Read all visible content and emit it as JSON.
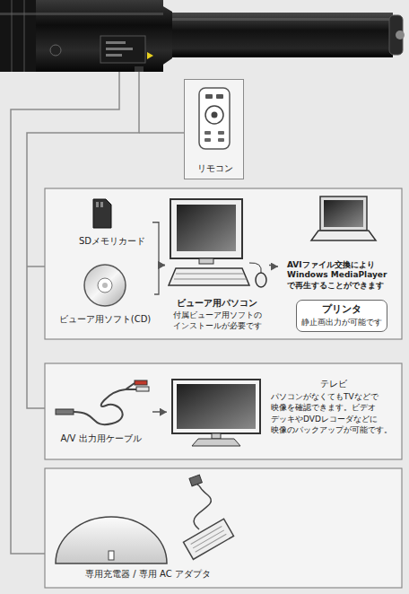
{
  "diagram": {
    "nodes": [
      {
        "text": [
          "リモコン"
        ]
      },
      {
        "text": [
          "SDメモリカード"
        ]
      },
      {
        "text": [
          "ビューア用ソフト(CD)"
        ]
      },
      {
        "text": [
          "ビューア用パソコン",
          "付属ビューア用ソフトの インストールが必要です"
        ]
      },
      {
        "text": [
          "AVIファイル交換により Windows MediaPlayer で再生することができます"
        ]
      },
      {
        "text": [
          "プリンタ",
          "静止画出力が可能です"
        ]
      },
      {
        "text": [
          "A/V 出力用ケーブル"
        ]
      },
      {
        "text": [
          "テレビ",
          "パソコンがなくてもTVなどで 映像を確認できます。ビデオ デッキやDVDレコーダなどに 映像のバックアップが可能です。"
        ]
      },
      {
        "text": [
          "専用充電器 / 専用 AC アダプタ"
        ]
      }
    ],
    "edges": [
      {
        "from": 1,
        "to": 3,
        "arrow": "to"
      },
      {
        "from": 2,
        "to": 3,
        "arrow": "to"
      },
      {
        "from": 3,
        "to": 4,
        "arrow": "to"
      },
      {
        "from": 6,
        "to": 7,
        "arrow": "to"
      }
    ]
  }
}
